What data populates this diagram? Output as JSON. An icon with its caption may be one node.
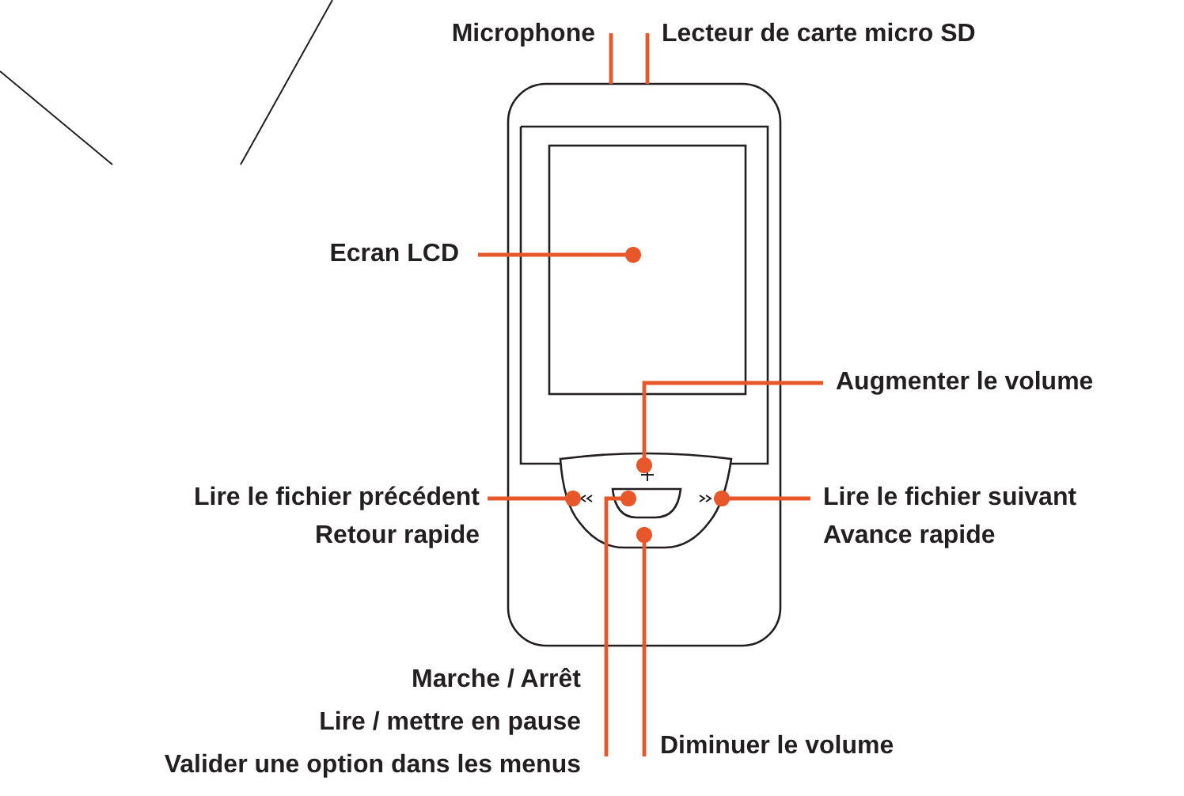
{
  "diagram": {
    "nodes": [
      {
        "text": [
          "Microphone"
        ]
      },
      {
        "text": [
          "Lecteur de carte micro SD"
        ]
      },
      {
        "text": [
          "Ecran LCD"
        ]
      },
      {
        "text": [
          "Augmenter le volume"
        ]
      },
      {
        "text": [
          "Lire le fichier précédent",
          "Retour rapide"
        ]
      },
      {
        "text": [
          "Lire le fichier suivant",
          "Avance rapide"
        ]
      },
      {
        "text": [
          "Marche / Arrêt",
          "Lire / mettre en pause",
          "Valider une option dans les menus"
        ]
      },
      {
        "text": [
          "Diminuer le volume"
        ]
      }
    ],
    "edges": [
      {
        "from": 0,
        "to": null,
        "arrow": "none"
      },
      {
        "from": 1,
        "to": null,
        "arrow": "none"
      },
      {
        "from": 2,
        "to": null,
        "arrow": "other"
      },
      {
        "from": 3,
        "to": null,
        "arrow": "other"
      },
      {
        "from": 4,
        "to": null,
        "arrow": "other"
      },
      {
        "from": 5,
        "to": null,
        "arrow": "other"
      },
      {
        "from": 6,
        "to": null,
        "arrow": "other"
      },
      {
        "from": 7,
        "to": null,
        "arrow": "other"
      }
    ]
  }
}
